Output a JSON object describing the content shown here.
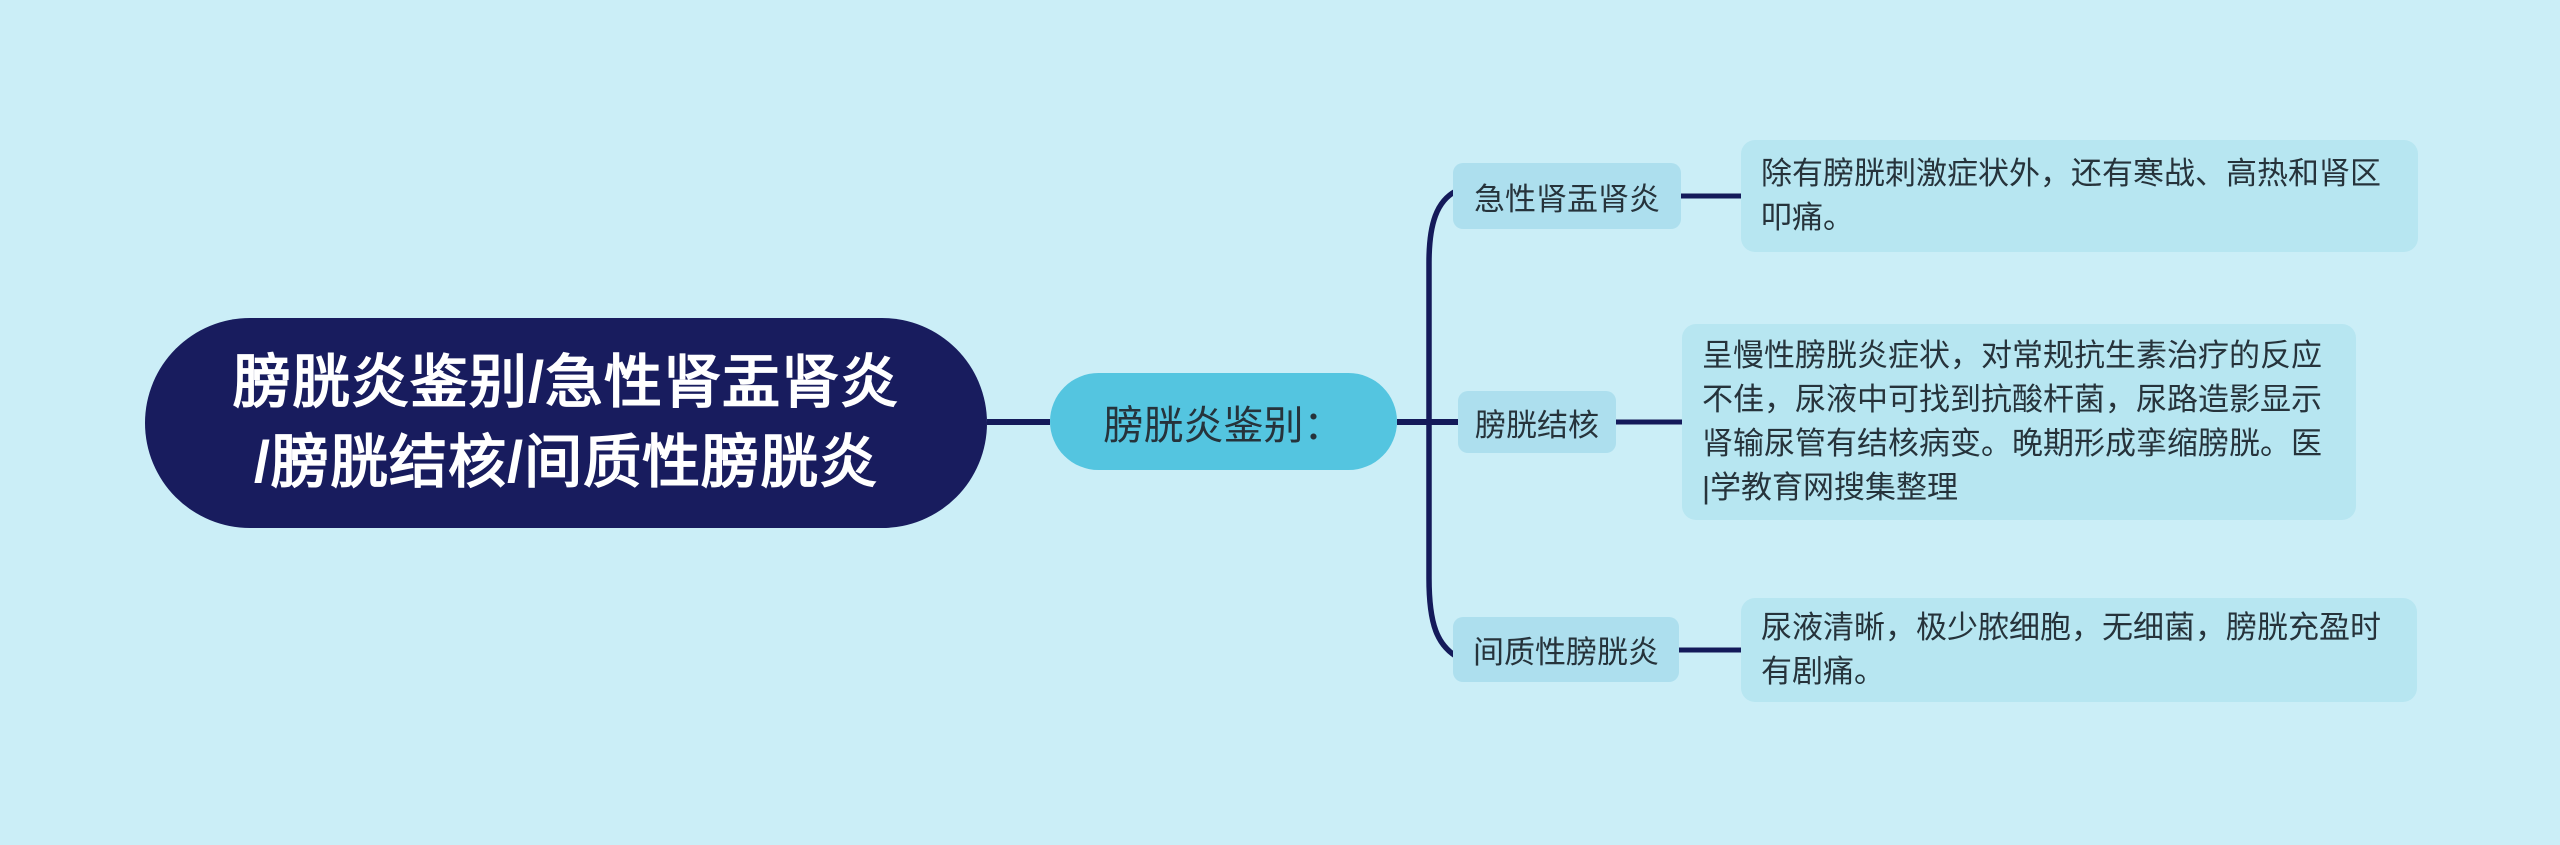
{
  "colors": {
    "background": "#cbeef7",
    "root_fill": "#181c5e",
    "root_text": "#ffffff",
    "connector": "#141a5a",
    "center_fill": "#54c5e0",
    "node_fill": "#addfee",
    "box_fill": "#b7e6f1",
    "text_dark": "#26333b"
  },
  "root": {
    "label": "膀胱炎鉴别/急性肾盂肾炎/膀胱结核/间质性膀胱炎",
    "label_lines": [
      "膀胱炎鉴别/急性肾盂肾炎",
      "/膀胱结核/间质性膀胱炎"
    ]
  },
  "center": {
    "label": "膀胱炎鉴别："
  },
  "branches": [
    {
      "label": "急性肾盂肾炎",
      "detail": "除有膀胱刺激症状外，还有寒战、高热和肾区叩痛。",
      "detail_lines": [
        "除有膀胱刺激症状外，还有寒战、高热和肾区",
        "叩痛。"
      ]
    },
    {
      "label": "膀胱结核",
      "detail": "呈慢性膀胱炎症状，对常规抗生素治疗的反应不佳，尿液中可找到抗酸杆菌，尿路造影显示肾输尿管有结核病变。晚期形成挛缩膀胱。医|学教育网搜集整理",
      "detail_lines": [
        "呈慢性膀胱炎症状，对常规抗生素治疗的反应",
        "不佳，尿液中可找到抗酸杆菌，尿路造影显示",
        "肾输尿管有结核病变。晚期形成挛缩膀胱。医",
        "|学教育网搜集整理"
      ]
    },
    {
      "label": "间质性膀胱炎",
      "detail": "尿液清晰，极少脓细胞，无细菌，膀胱充盈时有剧痛。",
      "detail_lines": [
        "尿液清晰，极少脓细胞，无细菌，膀胱充盈时",
        "有剧痛。"
      ]
    }
  ]
}
